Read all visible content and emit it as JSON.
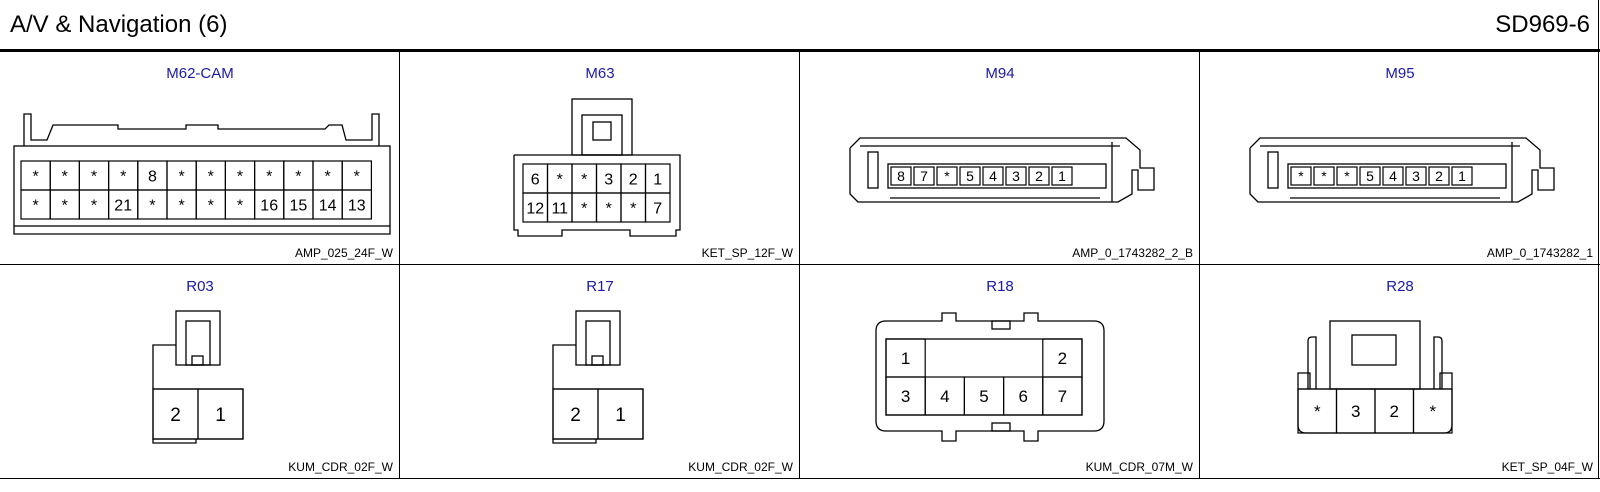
{
  "page": {
    "title": "A/V & Navigation (6)",
    "code": "SD969-6"
  },
  "connectors": [
    {
      "id": "M62-CAM",
      "part": "AMP_025_24F_W",
      "rows": [
        [
          "*",
          "*",
          "*",
          "*",
          "8",
          "*",
          "*",
          "*",
          "*",
          "*",
          "*",
          "*"
        ],
        [
          "*",
          "*",
          "*",
          "21",
          "*",
          "*",
          "*",
          "*",
          "16",
          "15",
          "14",
          "13"
        ]
      ]
    },
    {
      "id": "M63",
      "part": "KET_SP_12F_W",
      "rows": [
        [
          "6",
          "*",
          "*",
          "3",
          "2",
          "1"
        ],
        [
          "12",
          "11",
          "*",
          "*",
          "*",
          "7"
        ]
      ]
    },
    {
      "id": "M94",
      "part": "AMP_0_1743282_2_B",
      "pins": [
        "8",
        "7",
        "*",
        "5",
        "4",
        "3",
        "2",
        "1"
      ]
    },
    {
      "id": "M95",
      "part": "AMP_0_1743282_1",
      "pins": [
        "*",
        "*",
        "*",
        "5",
        "4",
        "3",
        "2",
        "1"
      ]
    },
    {
      "id": "R03",
      "part": "KUM_CDR_02F_W",
      "pins": [
        "2",
        "1"
      ]
    },
    {
      "id": "R17",
      "part": "KUM_CDR_02F_W",
      "pins": [
        "2",
        "1"
      ]
    },
    {
      "id": "R18",
      "part": "KUM_CDR_07M_W",
      "top_pins": [
        "1",
        "2"
      ],
      "bottom_pins": [
        "3",
        "4",
        "5",
        "6",
        "7"
      ]
    },
    {
      "id": "R28",
      "part": "KET_SP_04F_W",
      "pins": [
        "*",
        "3",
        "2",
        "*"
      ]
    }
  ]
}
